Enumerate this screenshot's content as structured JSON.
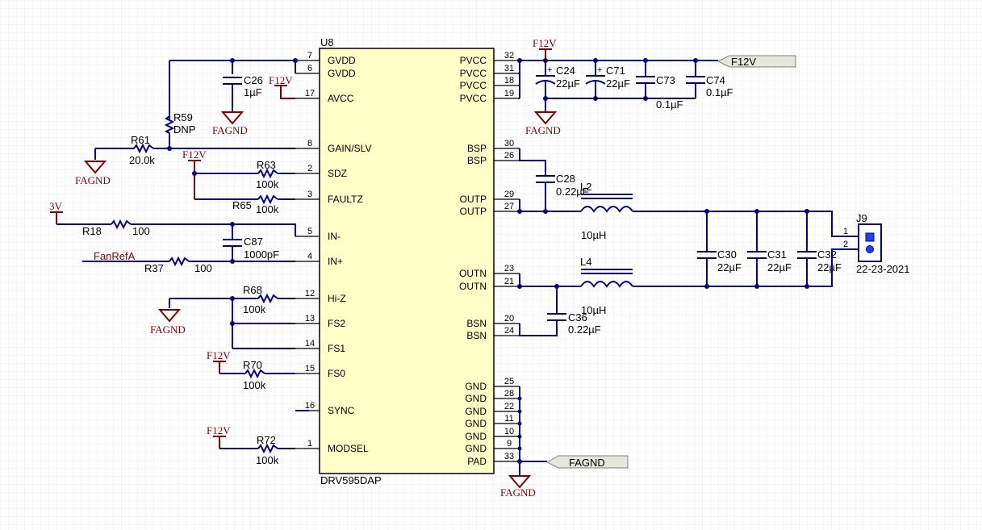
{
  "ic": {
    "designator": "U8",
    "part": "DRV595DAP"
  },
  "left_pins": [
    {
      "num": "7",
      "name": "GVDD"
    },
    {
      "num": "6",
      "name": "GVDD"
    },
    {
      "num": "17",
      "name": "AVCC"
    },
    {
      "num": "8",
      "name": "GAIN/SLV"
    },
    {
      "num": "2",
      "name": "SDZ"
    },
    {
      "num": "3",
      "name": "FAULTZ"
    },
    {
      "num": "5",
      "name": "IN-"
    },
    {
      "num": "4",
      "name": "IN+"
    },
    {
      "num": "12",
      "name": "Hi-Z"
    },
    {
      "num": "13",
      "name": "FS2"
    },
    {
      "num": "14",
      "name": "FS1"
    },
    {
      "num": "15",
      "name": "FS0"
    },
    {
      "num": "16",
      "name": "SYNC"
    },
    {
      "num": "1",
      "name": "MODSEL"
    }
  ],
  "right_pins": [
    {
      "num": "32",
      "name": "PVCC"
    },
    {
      "num": "31",
      "name": "PVCC"
    },
    {
      "num": "18",
      "name": "PVCC"
    },
    {
      "num": "19",
      "name": "PVCC"
    },
    {
      "num": "30",
      "name": "BSP"
    },
    {
      "num": "26",
      "name": "BSP"
    },
    {
      "num": "29",
      "name": "OUTP"
    },
    {
      "num": "27",
      "name": "OUTP"
    },
    {
      "num": "23",
      "name": "OUTN"
    },
    {
      "num": "21",
      "name": "OUTN"
    },
    {
      "num": "20",
      "name": "BSN"
    },
    {
      "num": "24",
      "name": "BSN"
    },
    {
      "num": "25",
      "name": "GND"
    },
    {
      "num": "28",
      "name": "GND"
    },
    {
      "num": "22",
      "name": "GND"
    },
    {
      "num": "11",
      "name": "GND"
    },
    {
      "num": "10",
      "name": "GND"
    },
    {
      "num": "9",
      "name": "GND"
    },
    {
      "num": "33",
      "name": "PAD"
    }
  ],
  "components": {
    "C26": {
      "ref": "C26",
      "value": "1µF"
    },
    "R59": {
      "ref": "R59",
      "value": "DNP"
    },
    "R61": {
      "ref": "R61",
      "value": "20.0k"
    },
    "R63": {
      "ref": "R63",
      "value": "100k"
    },
    "R65": {
      "ref": "R65",
      "value": "100k"
    },
    "R18": {
      "ref": "R18",
      "value": "100"
    },
    "C87": {
      "ref": "C87",
      "value": "1000pF"
    },
    "R37": {
      "ref": "R37",
      "value": "100"
    },
    "R68": {
      "ref": "R68",
      "value": "100k"
    },
    "R70": {
      "ref": "R70",
      "value": "100k"
    },
    "R72": {
      "ref": "R72",
      "value": "100k"
    },
    "C24": {
      "ref": "C24",
      "value": "22µF"
    },
    "C71": {
      "ref": "C71",
      "value": "22µF"
    },
    "C73": {
      "ref": "C73",
      "value": "0.1µF"
    },
    "C74": {
      "ref": "C74",
      "value": "0.1µF"
    },
    "C28": {
      "ref": "C28",
      "value": "0.22µF"
    },
    "L2": {
      "ref": "L2",
      "value": "10µH"
    },
    "L4": {
      "ref": "L4",
      "value": "10µH"
    },
    "C36": {
      "ref": "C36",
      "value": "0.22µF"
    },
    "C30": {
      "ref": "C30",
      "value": "22µF"
    },
    "C31": {
      "ref": "C31",
      "value": "22µF"
    },
    "C32": {
      "ref": "C32",
      "value": "22µF"
    },
    "J9": {
      "ref": "J9",
      "value": "22-23-2021",
      "pin1": "1",
      "pin2": "2"
    }
  },
  "power": {
    "f12v": "F12V",
    "v3": "3V",
    "fagnd": "FAGND"
  },
  "ports": {
    "f12v": "F12V",
    "fagnd": "FAGND"
  },
  "nets": {
    "fanrefa": "FanRefA"
  },
  "colors": {
    "wire": "#000080",
    "power": "#800000",
    "ic_body": "#ffffc8",
    "grid": "#e6e6e6"
  }
}
